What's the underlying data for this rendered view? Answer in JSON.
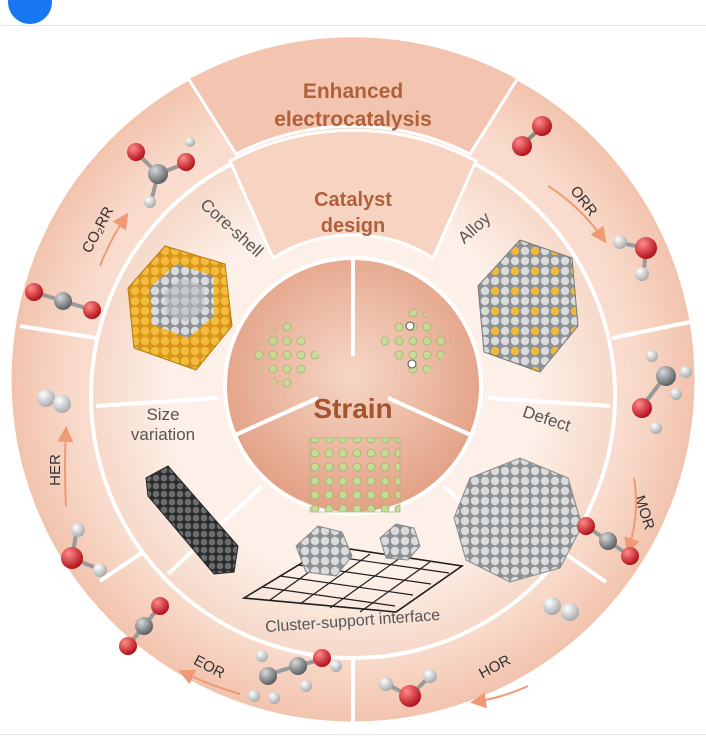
{
  "outer_ring": {
    "title_line1": "Enhanced",
    "title_line2": "electrocatalysis",
    "reactions": [
      {
        "id": "orr",
        "label": "ORR"
      },
      {
        "id": "mor",
        "label": "MOR"
      },
      {
        "id": "hor",
        "label": "HOR"
      },
      {
        "id": "eor",
        "label": "EOR"
      },
      {
        "id": "her",
        "label": "HER"
      },
      {
        "id": "co2rr",
        "label": "CO₂RR"
      }
    ]
  },
  "middle_ring": {
    "title_line1": "Catalyst",
    "title_line2": "design",
    "designs": [
      {
        "id": "alloy",
        "label": "Alloy"
      },
      {
        "id": "defect",
        "label": "Defect"
      },
      {
        "id": "cluster_support",
        "label": "Cluster-support interface"
      },
      {
        "id": "size_variation_line1",
        "label": "Size"
      },
      {
        "id": "size_variation_line2",
        "label": "variation"
      },
      {
        "id": "core_shell",
        "label": "Core-shell"
      }
    ]
  },
  "center": {
    "label": "Strain"
  },
  "colors": {
    "outer_ring": "#f7d4c4",
    "outer_ring_title_band": "#f2c0a9",
    "middle_ring": "#fbe7dc",
    "center": "#e9a98e",
    "label_brown": "#a4542f",
    "arrow": "#ef9a75",
    "oxygen": "#d6202a",
    "carbon": "#8a8d8f",
    "hydrogen": "#e8e8e8",
    "gold_atom": "#e6a51f",
    "silver_atom": "#c7c9cc",
    "green_atom": "#bdd48a"
  }
}
